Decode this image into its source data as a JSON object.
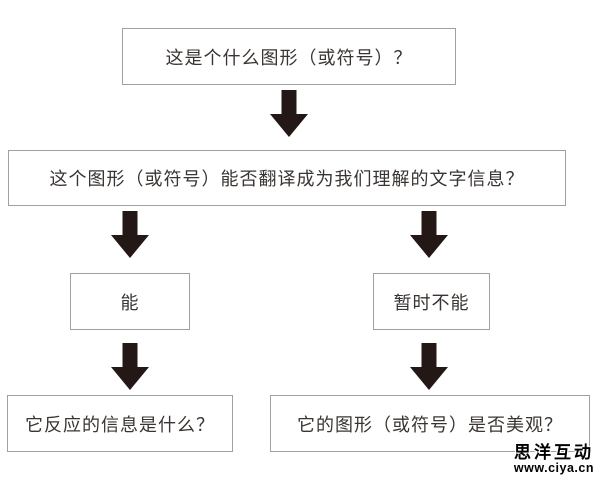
{
  "colors": {
    "background": "#ffffff",
    "box_border": "#9fa0a0",
    "box_fill": "#ffffff",
    "text": "#3a3532",
    "arrow": "#231815",
    "watermark_text": "#000000",
    "watermark_outline": "#ffffff"
  },
  "flowchart": {
    "type": "flowchart",
    "nodes": {
      "q_identify": {
        "label": "这是个什么图形（或符号）？"
      },
      "q_translate": {
        "label": "这个图形（或符号）能否翻译成为我们理解的文字信息？"
      },
      "branch_yes": {
        "label": "能"
      },
      "branch_no": {
        "label": "暂时不能"
      },
      "q_meaning": {
        "label": "它反应的信息是什么？"
      },
      "q_aesthetic": {
        "label": "它的图形（或符号）是否美观？"
      }
    },
    "edges": [
      {
        "from": "q_identify",
        "to": "q_translate"
      },
      {
        "from": "q_translate",
        "to": "branch_yes"
      },
      {
        "from": "q_translate",
        "to": "branch_no"
      },
      {
        "from": "branch_yes",
        "to": "q_meaning"
      },
      {
        "from": "branch_no",
        "to": "q_aesthetic"
      }
    ]
  },
  "watermark": {
    "brand": "思洋互动",
    "url": "www.ciya.cn"
  }
}
